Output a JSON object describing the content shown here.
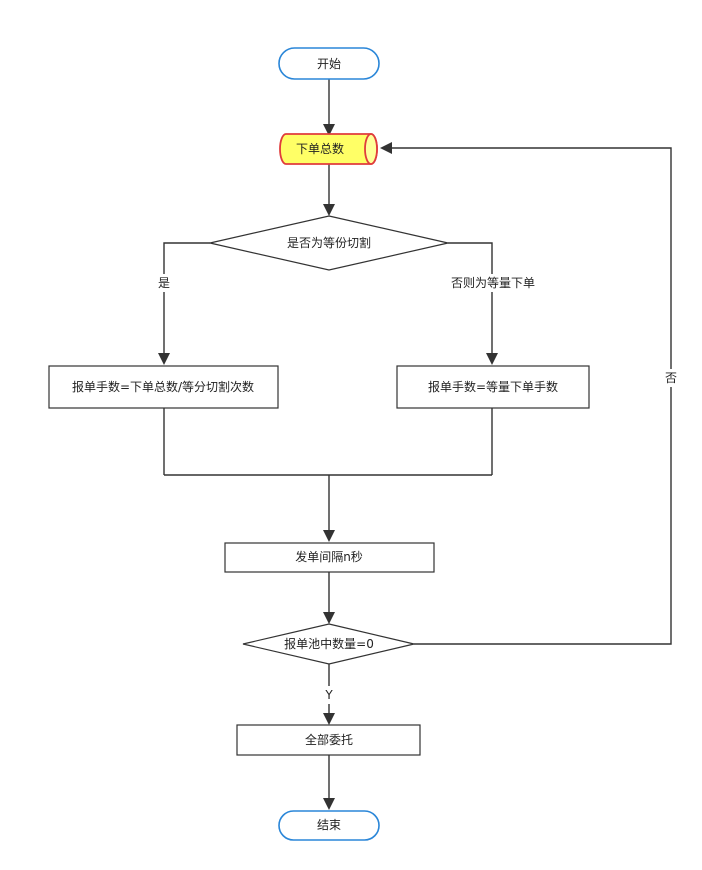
{
  "nodes": {
    "start": "开始",
    "total_orders": "下单总数",
    "equal_split_decision": "是否为等份切割",
    "split_formula": "报单手数=下单总数/等分切割次数",
    "equal_qty_formula": "报单手数=等量下单手数",
    "send_interval": "发单间隔n秒",
    "pool_check": "报单池中数量=0",
    "entrust_all": "全部委托",
    "end": "结束"
  },
  "edge_labels": {
    "yes": "是",
    "else_equal_qty": "否则为等量下单",
    "no": "否",
    "y": "Y"
  },
  "colors": {
    "terminal_border": "#2a86d8",
    "highlight_fill": "#ffff66",
    "highlight_border": "#e03c3c",
    "line": "#333333"
  }
}
